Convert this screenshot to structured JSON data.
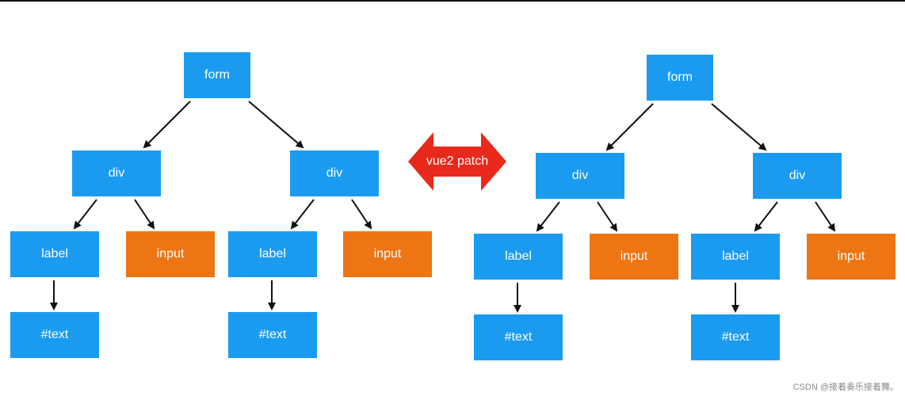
{
  "colors": {
    "node": "#1a9bf0",
    "leaf_input": "#ee7514",
    "badge": "#e8291b"
  },
  "trees": [
    {
      "nodes": {
        "form": "form",
        "div_left": "div",
        "div_right": "div",
        "label_left": "label",
        "input_left": "input",
        "label_right": "label",
        "input_right": "input",
        "text_left": "#text",
        "text_right": "#text"
      }
    },
    {
      "nodes": {
        "form": "form",
        "div_left": "div",
        "div_right": "div",
        "label_left": "label",
        "input_left": "input",
        "label_right": "label",
        "input_right": "input",
        "text_left": "#text",
        "text_right": "#text"
      }
    }
  ],
  "badge": {
    "label": "vue2 patch"
  },
  "watermark": "CSDN @接着奏乐接着舞。"
}
